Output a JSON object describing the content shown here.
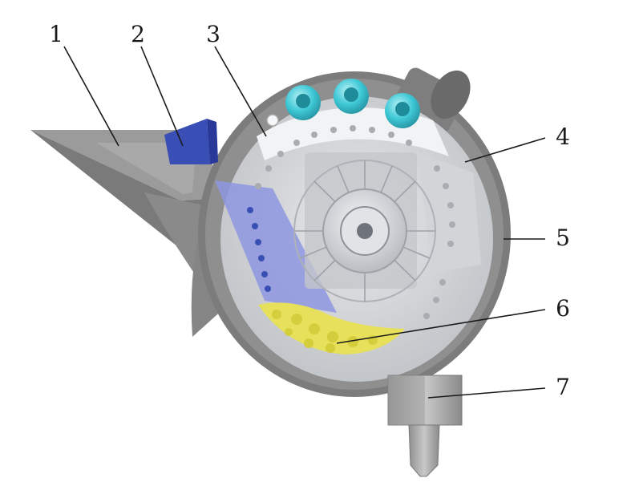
{
  "callouts": [
    {
      "id": "c1",
      "label": "1"
    },
    {
      "id": "c2",
      "label": "2"
    },
    {
      "id": "c3",
      "label": "3"
    },
    {
      "id": "c4",
      "label": "4"
    },
    {
      "id": "c5",
      "label": "5"
    },
    {
      "id": "c6",
      "label": "6"
    },
    {
      "id": "c7",
      "label": "7"
    }
  ],
  "colors": {
    "housing": "#8c8c8c",
    "housing_dark": "#6e6e6e",
    "interior": "#cfd1d3",
    "plate": "#d9dbde",
    "hopper_accent": "#3a4fb5",
    "inlet_panel": "#8e96e0",
    "nozzles": "#3ec8d6",
    "particles": "#e6e05a",
    "outlet": "#a5a5a5"
  }
}
